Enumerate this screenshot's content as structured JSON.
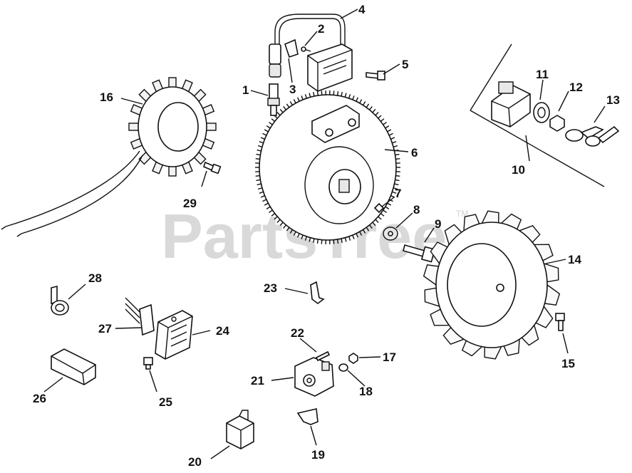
{
  "watermark": {
    "text": "PartsTree",
    "trademark": "TM"
  },
  "callouts": [
    {
      "id": "1",
      "text": "1"
    },
    {
      "id": "2",
      "text": "2"
    },
    {
      "id": "3",
      "text": "3"
    },
    {
      "id": "4",
      "text": "4"
    },
    {
      "id": "5",
      "text": "5"
    },
    {
      "id": "6",
      "text": "6"
    },
    {
      "id": "7",
      "text": "7"
    },
    {
      "id": "8",
      "text": "8"
    },
    {
      "id": "9",
      "text": "9"
    },
    {
      "id": "10",
      "text": "10"
    },
    {
      "id": "11",
      "text": "11"
    },
    {
      "id": "12",
      "text": "12"
    },
    {
      "id": "13",
      "text": "13"
    },
    {
      "id": "14",
      "text": "14"
    },
    {
      "id": "15",
      "text": "15"
    },
    {
      "id": "16",
      "text": "16"
    },
    {
      "id": "17",
      "text": "17"
    },
    {
      "id": "18",
      "text": "18"
    },
    {
      "id": "19",
      "text": "19"
    },
    {
      "id": "20",
      "text": "20"
    },
    {
      "id": "21",
      "text": "21"
    },
    {
      "id": "22",
      "text": "22"
    },
    {
      "id": "23",
      "text": "23"
    },
    {
      "id": "24",
      "text": "24"
    },
    {
      "id": "25",
      "text": "25"
    },
    {
      "id": "26",
      "text": "26"
    },
    {
      "id": "27",
      "text": "27"
    },
    {
      "id": "28",
      "text": "28"
    },
    {
      "id": "29",
      "text": "29"
    }
  ]
}
